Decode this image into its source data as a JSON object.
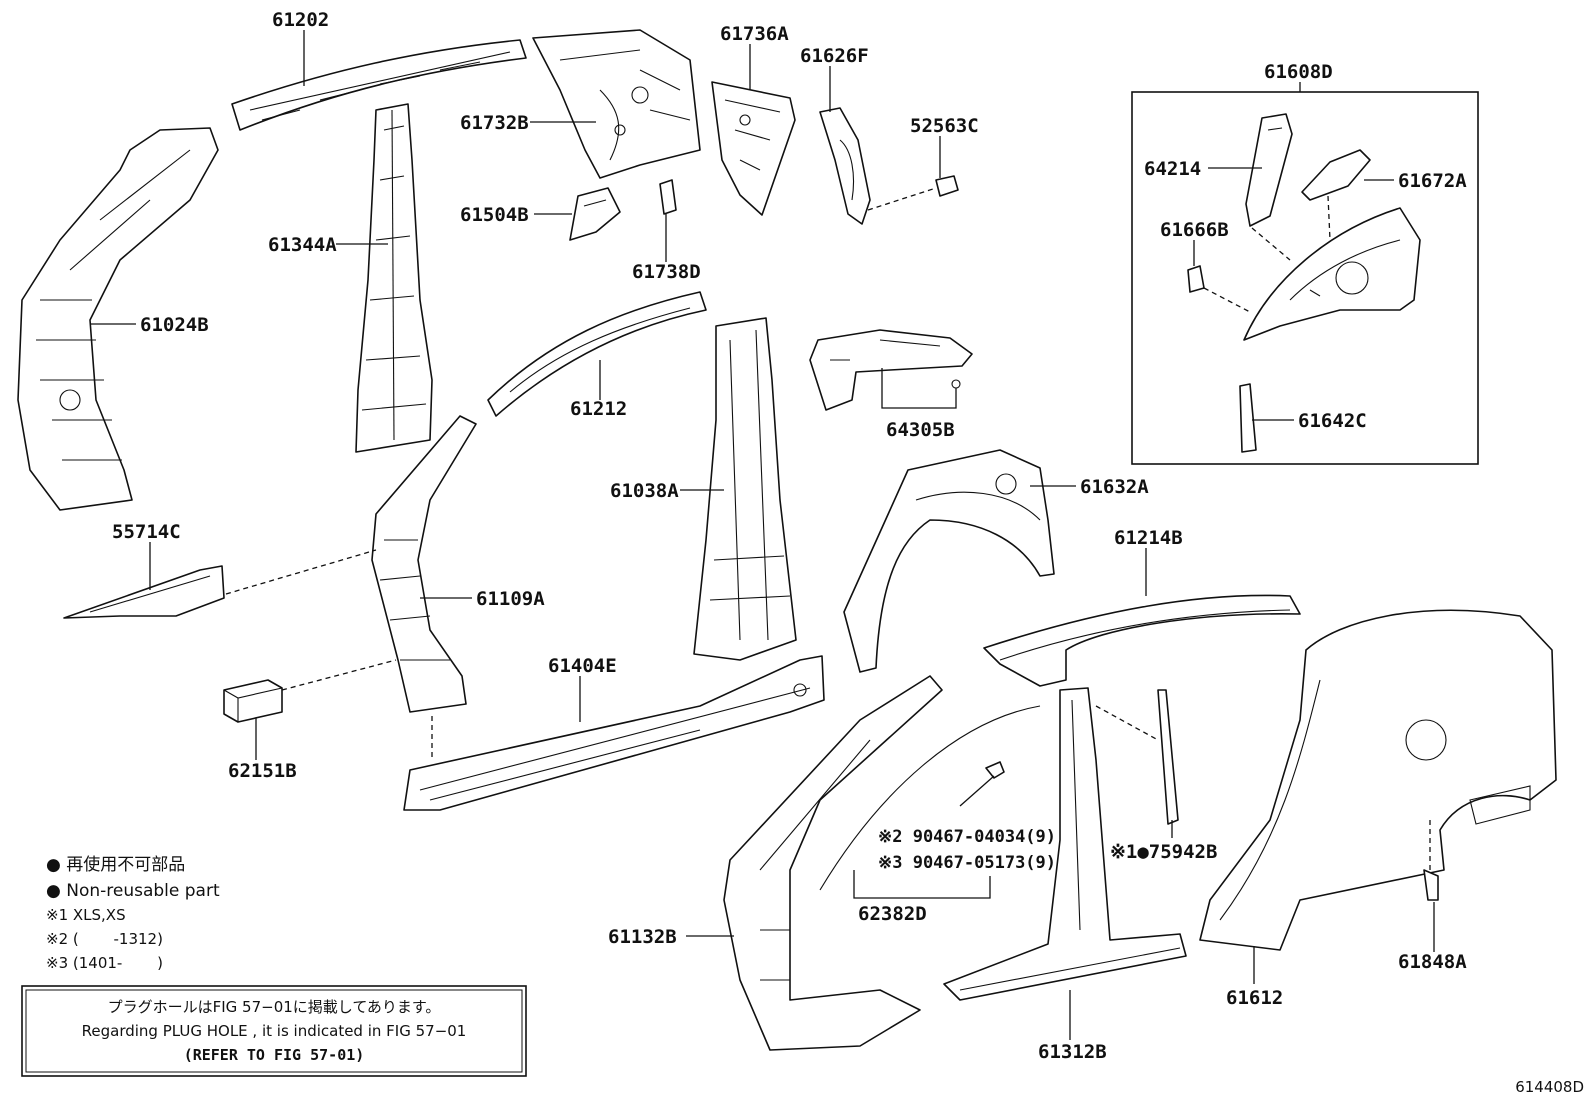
{
  "diagram_id": "614408D",
  "parts": {
    "p61202": "61202",
    "p61732B": "61732B",
    "p61736A": "61736A",
    "p61626F": "61626F",
    "p52563C": "52563C",
    "p61608D": "61608D",
    "p64214": "64214",
    "p61672A": "61672A",
    "p61666B": "61666B",
    "p61642C": "61642C",
    "p61504B": "61504B",
    "p61738D": "61738D",
    "p61344A": "61344A",
    "p61024B": "61024B",
    "p61212": "61212",
    "p64305B": "64305B",
    "p61038A": "61038A",
    "p61632A": "61632A",
    "p55714C": "55714C",
    "p61109A": "61109A",
    "p61214B": "61214B",
    "p61404E": "61404E",
    "p62151B": "62151B",
    "p90467a": "※2 90467-04034(9)",
    "p90467b": "※3 90467-05173(9)",
    "p75942B": "※1●75942B",
    "p62382D": "62382D",
    "p61132B": "61132B",
    "p61312B": "61312B",
    "p61612": "61612",
    "p61848A": "61848A"
  },
  "legend": {
    "jp": "● 再使用不可部品",
    "en": "● Non-reusable part",
    "n1": "※1 XLS,XS",
    "n2": "※2 (　　 -1312)",
    "n3": "※3 (1401-　　 )"
  },
  "note": {
    "jp": "プラグホールはFIG 57−01に掲載してあります。",
    "en": "Regarding PLUG HOLE , it is indicated in FIG 57−01",
    "ref": "(REFER TO FIG 57-01)"
  }
}
